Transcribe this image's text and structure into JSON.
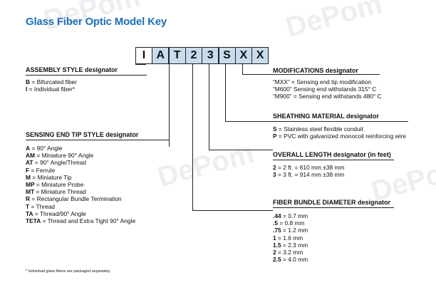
{
  "title": "Glass Fiber Optic Model Key",
  "key_letters": [
    "I",
    "A",
    "T",
    "2",
    "3",
    "S",
    "X",
    "X"
  ],
  "sections": {
    "assembly": {
      "heading": "ASSEMBLY STYLE designator",
      "items": [
        {
          "code": "B",
          "desc": " = Bifurcated fiber"
        },
        {
          "code": "I",
          "desc": " = Individual fiber*"
        }
      ]
    },
    "sensing": {
      "heading": "SENSING END TIP STYLE designator",
      "items": [
        {
          "code": "A",
          "desc": " = 90° Angle"
        },
        {
          "code": "AM",
          "desc": " = Miniature 90° Angle"
        },
        {
          "code": "AT",
          "desc": " = 90° Angle/Thread"
        },
        {
          "code": "F",
          "desc": " = Ferrule"
        },
        {
          "code": "M",
          "desc": " = Miniature Tip"
        },
        {
          "code": "MP",
          "desc": " = Miniature Probe"
        },
        {
          "code": "MT",
          "desc": " = Miniature Thread"
        },
        {
          "code": "R",
          "desc": " = Rectangular Bundle Termination"
        },
        {
          "code": "T",
          "desc": " = Thread"
        },
        {
          "code": "TA",
          "desc": " = Thread/90° Angle"
        },
        {
          "code": "TETA",
          "desc": " = Thread and Extra Tight 90° Angle"
        }
      ]
    },
    "modifications": {
      "heading": "MODIFICATIONS designator",
      "items": [
        {
          "code": "",
          "desc": "“MXX” = Sensing end tip modification"
        },
        {
          "code": "",
          "desc": "“M600” Sensing end withstands 315° C"
        },
        {
          "code": "",
          "desc": "“M900” = Sensing end withstands 480° C"
        }
      ]
    },
    "sheathing": {
      "heading": "SHEATHING MATERIAL designator",
      "items": [
        {
          "code": "S",
          "desc": " = Stainless steel flexible conduit"
        },
        {
          "code": "P",
          "desc": " = PVC with galvanized monocoil reinforcing wire"
        }
      ]
    },
    "length": {
      "heading": "OVERALL LENGTH designator (in feet)",
      "items": [
        {
          "code": "2",
          "desc": " = 2 ft. = 610 mm ±38 mm"
        },
        {
          "code": "3",
          "desc": " = 3 ft. = 914 mm ±38 mm"
        }
      ]
    },
    "diameter": {
      "heading": "FIBER BUNDLE DIAMETER designator",
      "items": [
        {
          "code": ".44",
          "desc": " = 0.7 mm"
        },
        {
          "code": ".5",
          "desc": " = 0.8 mm"
        },
        {
          "code": ".75",
          "desc": " = 1.2 mm"
        },
        {
          "code": "1",
          "desc": " = 1.6 mm"
        },
        {
          "code": "1.5",
          "desc": " = 2.3 mm"
        },
        {
          "code": "2",
          "desc": " = 3.2 mm"
        },
        {
          "code": "2.5",
          "desc": " = 4.0 mm"
        }
      ]
    }
  },
  "footnote": "*      Individual glass fibers are packaged separately.",
  "watermark": "DePom",
  "colors": {
    "title": "#1d6fb8",
    "key_fill": "#c9dced"
  }
}
